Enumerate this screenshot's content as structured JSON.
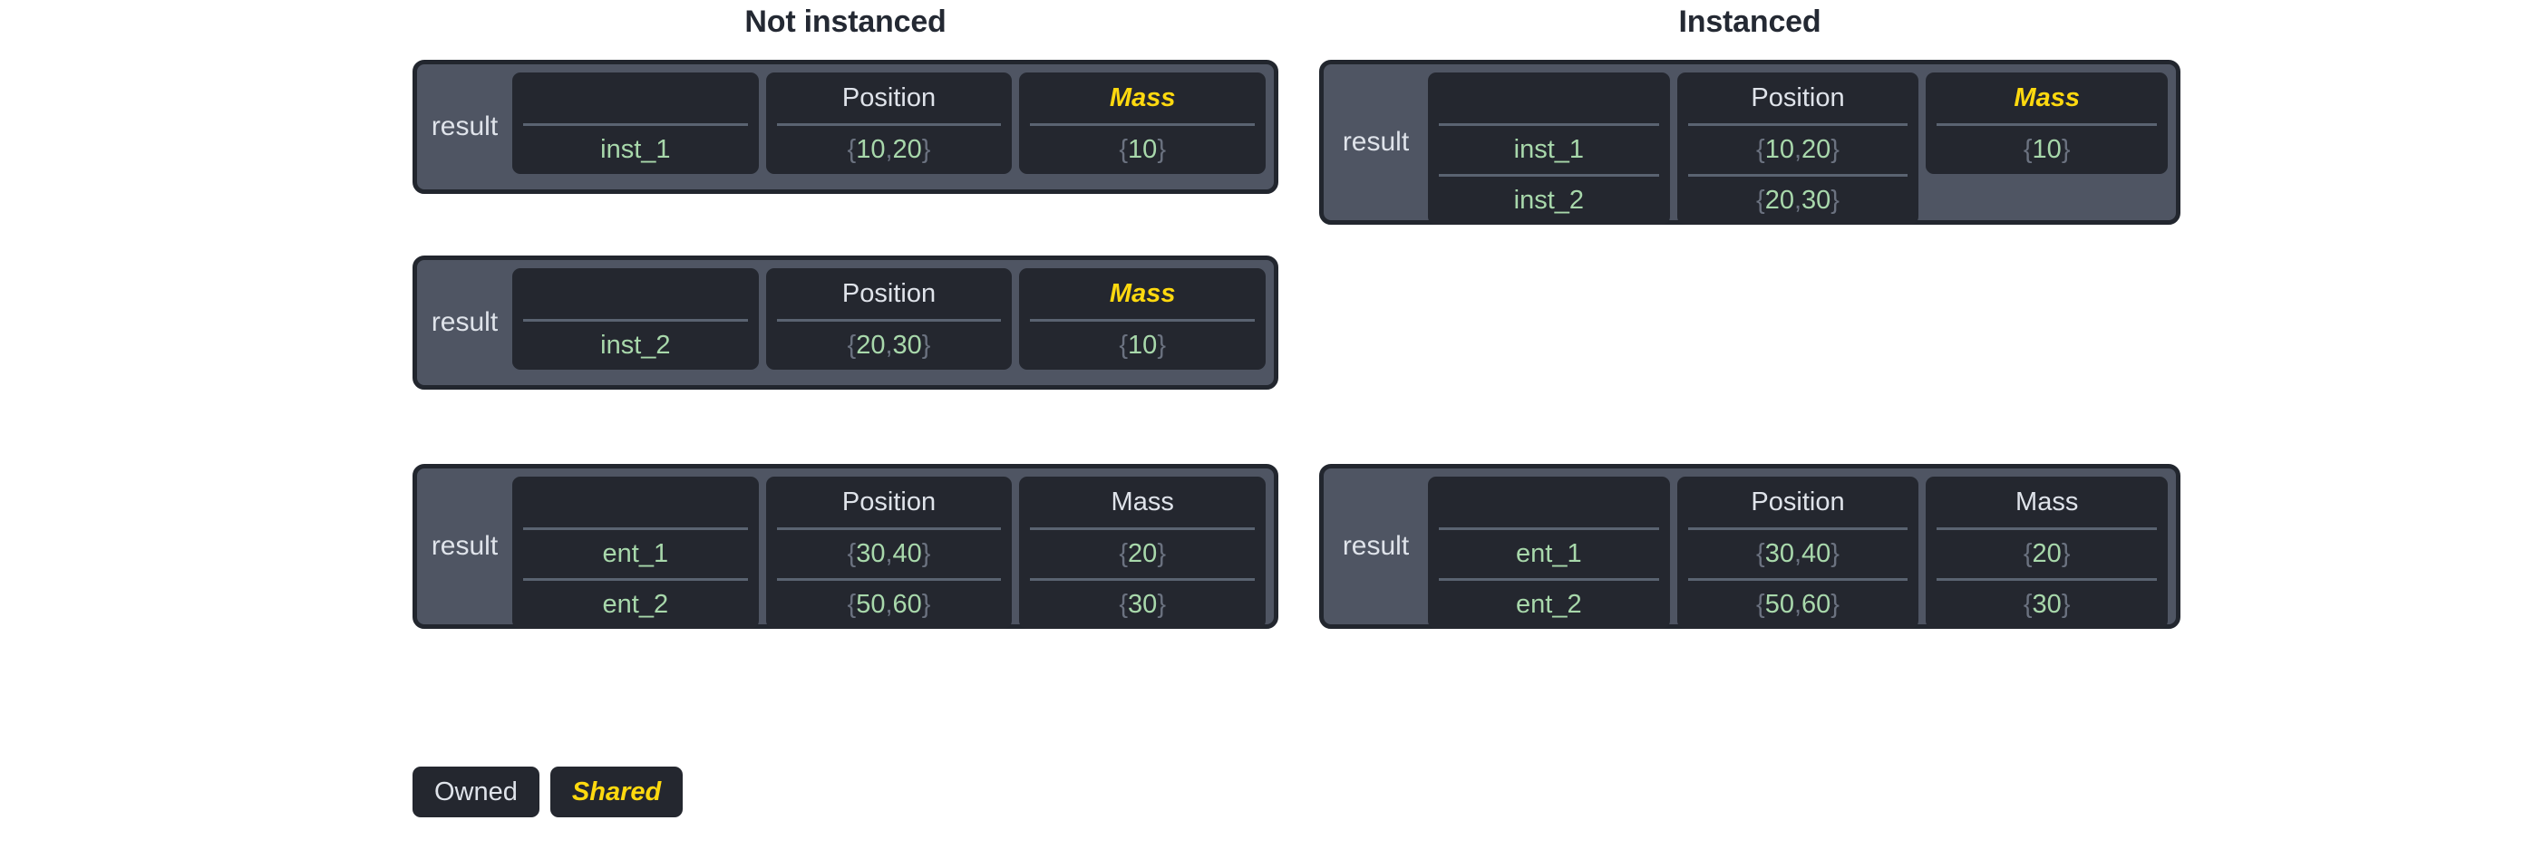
{
  "columns": {
    "left": {
      "title": "Not instanced"
    },
    "right": {
      "title": "Instanced"
    }
  },
  "labels": {
    "result": "result",
    "empty_header": "",
    "position_header": "Position",
    "mass_header": "Mass"
  },
  "colors": {
    "background": "#ffffff",
    "title_text": "#242933",
    "card_fill": "#4f5563",
    "card_border": "#22262e",
    "cell_fill": "#24272f",
    "divider": "#5a6371",
    "header_text": "#dfe3ea",
    "value_green": "#a8d8ab",
    "brace_gray": "#6b7280",
    "shared_yellow": "#ffd90f"
  },
  "tables": {
    "left": [
      {
        "label": "result",
        "columns": [
          {
            "header": "",
            "shared": false,
            "rows": [
              "inst_1"
            ]
          },
          {
            "header": "Position",
            "shared": false,
            "rows": [
              "{10, 20}"
            ]
          },
          {
            "header": "Mass",
            "shared": true,
            "rows": [
              "{10}"
            ]
          }
        ]
      },
      {
        "label": "result",
        "columns": [
          {
            "header": "",
            "shared": false,
            "rows": [
              "inst_2"
            ]
          },
          {
            "header": "Position",
            "shared": false,
            "rows": [
              "{20, 30}"
            ]
          },
          {
            "header": "Mass",
            "shared": true,
            "rows": [
              "{10}"
            ]
          }
        ]
      },
      {
        "label": "result",
        "columns": [
          {
            "header": "",
            "shared": false,
            "rows": [
              "ent_1",
              "ent_2"
            ]
          },
          {
            "header": "Position",
            "shared": false,
            "rows": [
              "{30, 40}",
              "{50, 60}"
            ]
          },
          {
            "header": "Mass",
            "shared": false,
            "rows": [
              "{20}",
              "{30}"
            ]
          }
        ]
      }
    ],
    "right": [
      {
        "label": "result",
        "columns": [
          {
            "header": "",
            "shared": false,
            "rows": [
              "inst_1",
              "inst_2"
            ]
          },
          {
            "header": "Position",
            "shared": false,
            "rows": [
              "{10, 20}",
              "{20, 30}"
            ]
          },
          {
            "header": "Mass",
            "shared": true,
            "rows": [
              "{10}"
            ]
          }
        ]
      },
      {
        "label": "result",
        "columns": [
          {
            "header": "",
            "shared": false,
            "rows": [
              "ent_1",
              "ent_2"
            ]
          },
          {
            "header": "Position",
            "shared": false,
            "rows": [
              "{30, 40}",
              "{50, 60}"
            ]
          },
          {
            "header": "Mass",
            "shared": false,
            "rows": [
              "{20}",
              "{30}"
            ]
          }
        ]
      }
    ]
  },
  "legend": {
    "items": [
      {
        "label": "Owned",
        "shared": false
      },
      {
        "label": "Shared",
        "shared": true
      }
    ]
  }
}
